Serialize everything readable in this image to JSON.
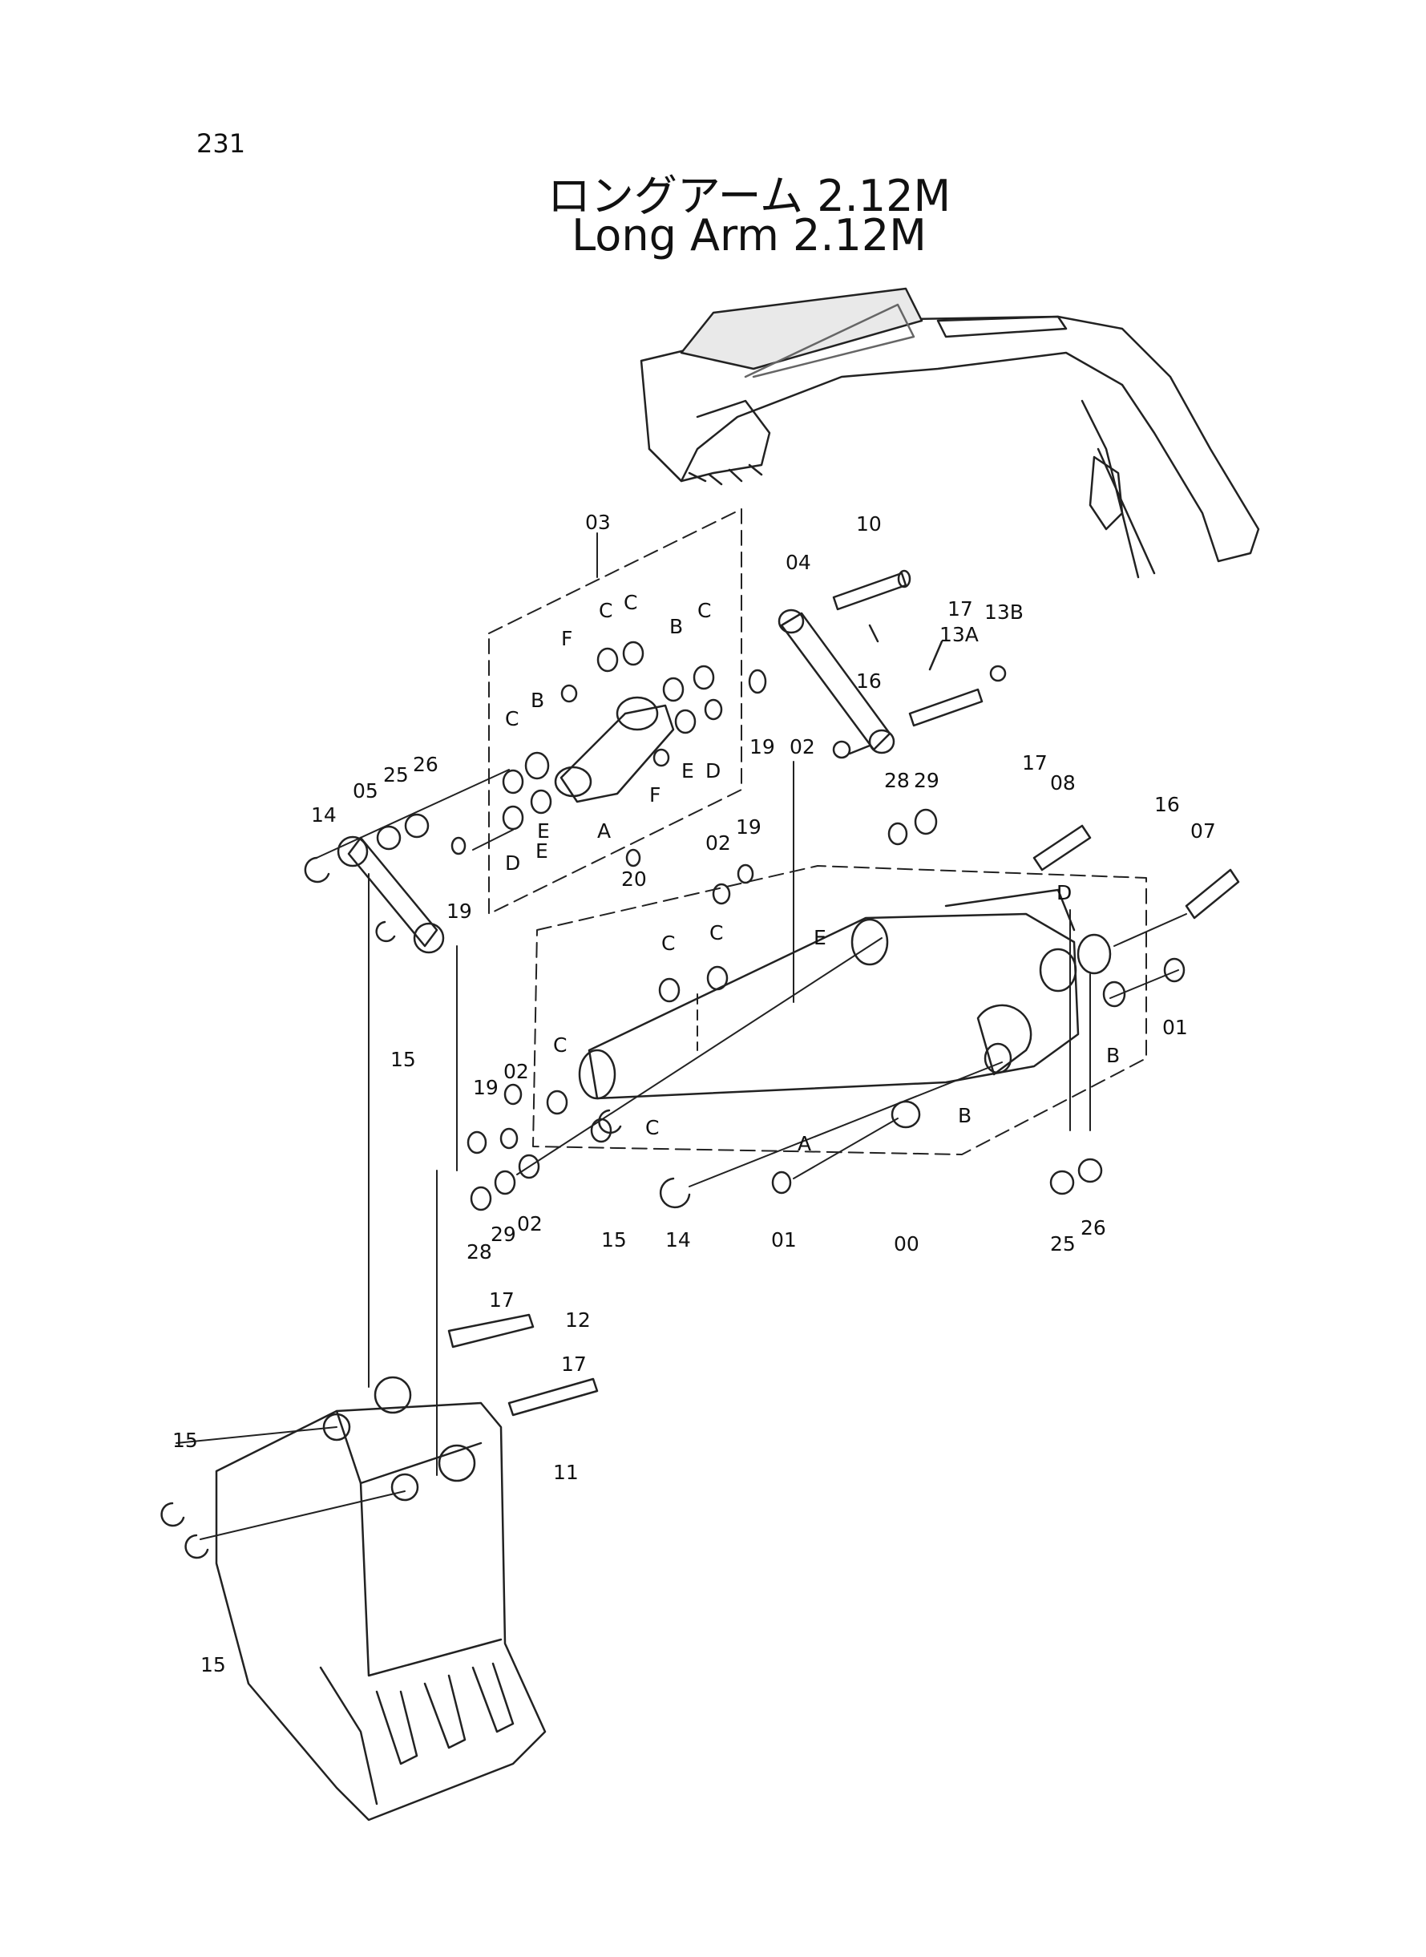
{
  "header": {
    "page_number": "231",
    "title_jp": "ロングアーム 2.12M",
    "title_en": "Long Arm 2.12M"
  },
  "callouts": [
    "03",
    "10",
    "04",
    "17",
    "13A",
    "13B",
    "C",
    "C",
    "F",
    "B",
    "C",
    "16",
    "19",
    "D",
    "E",
    "F",
    "02",
    "A",
    "C",
    "B",
    "E",
    "05",
    "25",
    "26",
    "14",
    "D",
    "E",
    "19",
    "15",
    "28",
    "29",
    "08",
    "17",
    "16",
    "07",
    "19",
    "02",
    "20",
    "C",
    "C",
    "E",
    "D",
    "01",
    "B",
    "C",
    "19",
    "02",
    "A",
    "B",
    "C",
    "15",
    "14",
    "01",
    "00",
    "02",
    "29",
    "28",
    "25",
    "26",
    "17",
    "12",
    "17",
    "11",
    "15",
    "15"
  ]
}
